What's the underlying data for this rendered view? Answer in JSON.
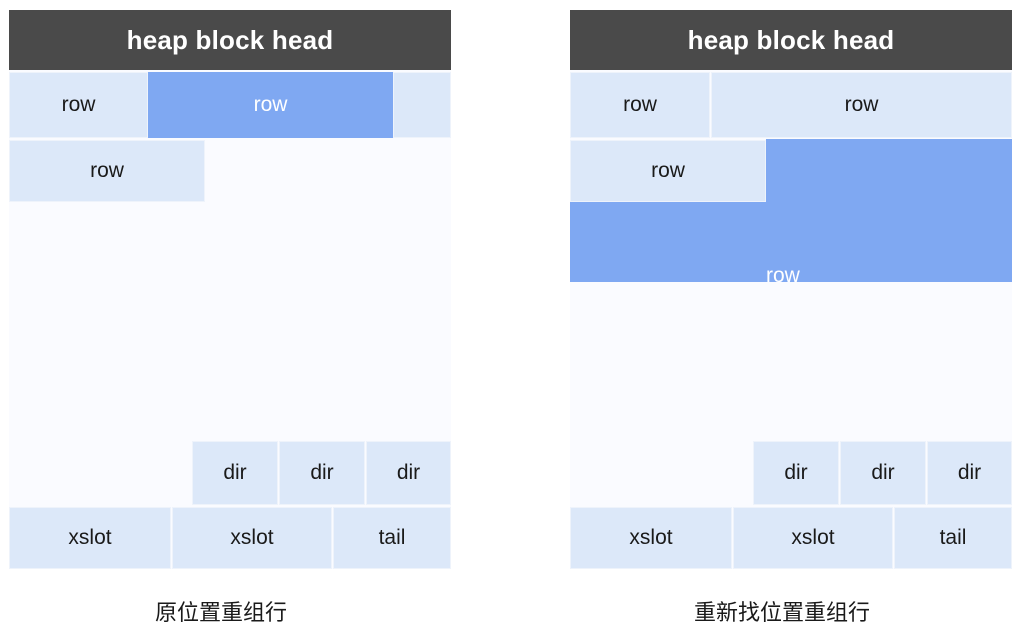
{
  "diagram": {
    "title_text": "heap block head",
    "panels": [
      {
        "id": "in-place",
        "header": "heap block head",
        "caption": "原位置重组行",
        "rows": [
          {
            "label": "row",
            "state": "free"
          },
          {
            "label": "row",
            "state": "allocated"
          },
          {
            "label": "",
            "state": "free"
          },
          {
            "label": "row",
            "state": "free"
          }
        ],
        "dirs": [
          {
            "label": "dir"
          },
          {
            "label": "dir"
          },
          {
            "label": "dir"
          }
        ],
        "slots": [
          {
            "label": "xslot"
          },
          {
            "label": "xslot"
          },
          {
            "label": "tail"
          }
        ]
      },
      {
        "id": "relocate",
        "header": "heap block head",
        "caption": "重新找位置重组行",
        "rows": [
          {
            "label": "row",
            "state": "free"
          },
          {
            "label": "row",
            "state": "free"
          },
          {
            "label": "row",
            "state": "free"
          },
          {
            "label": "row",
            "state": "allocated"
          }
        ],
        "dirs": [
          {
            "label": "dir"
          },
          {
            "label": "dir"
          },
          {
            "label": "dir"
          }
        ],
        "slots": [
          {
            "label": "xslot"
          },
          {
            "label": "xslot"
          },
          {
            "label": "tail"
          }
        ]
      }
    ],
    "colors": {
      "header_bg": "#4a4a4a",
      "header_text": "#ffffff",
      "cell_free_bg": "#dce8f9",
      "cell_allocated_bg": "#7fa8f2",
      "panel_bg": "#fafbff",
      "page_bg": "#ffffff",
      "text": "#1a1a1a"
    }
  }
}
